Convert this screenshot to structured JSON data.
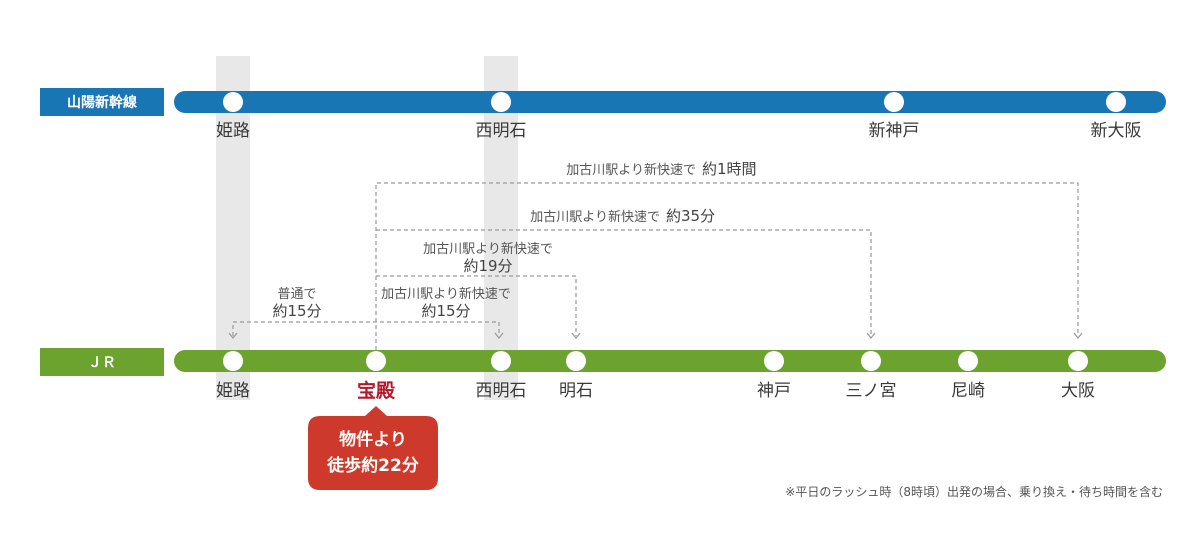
{
  "colors": {
    "shinkansen": "#1876b4",
    "jr": "#6ba32e",
    "highlight_bg": "#e8e8e8",
    "accent_red": "#b2172b",
    "badge": "#cd3a2c"
  },
  "lines": {
    "shinkansen": {
      "name": "山陽新幹線",
      "stations": [
        "姫路",
        "西明石",
        "新神戸",
        "新大阪"
      ]
    },
    "jr": {
      "name": "ＪＲ",
      "stations": [
        "姫路",
        "宝殿",
        "西明石",
        "明石",
        "神戸",
        "三ノ宮",
        "尼崎",
        "大阪"
      ]
    }
  },
  "routes": [
    {
      "line1": "加古川駅より新快速で",
      "line2": "約1時間"
    },
    {
      "line1": "加古川駅より新快速で",
      "line2": "約35分"
    },
    {
      "line1": "加古川駅より新快速で",
      "line2": "約19分"
    },
    {
      "line1": "加古川駅より新快速で",
      "line2": "約15分"
    },
    {
      "line1": "普通で",
      "line2": "約15分"
    }
  ],
  "badge": {
    "line1": "物件より",
    "line2": "徒歩約22分"
  },
  "footnote": "※平日のラッシュ時（8時頃）出発の場合、乗り換え・待ち時間を含む"
}
